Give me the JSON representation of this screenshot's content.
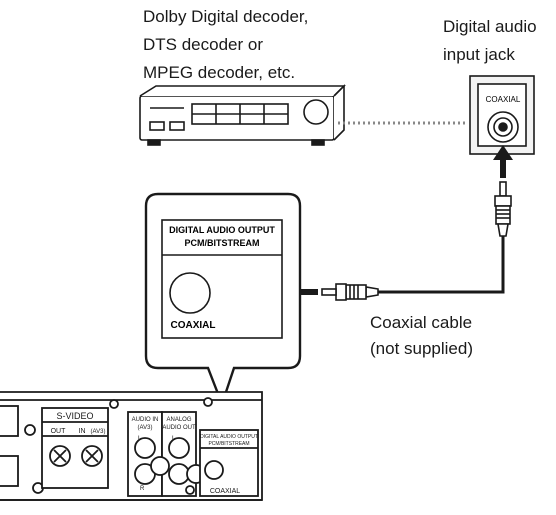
{
  "decoder_label": [
    "Dolby Digital decoder,",
    "DTS decoder or",
    "MPEG decoder, etc."
  ],
  "jack_label": [
    "Digital audio",
    "input jack"
  ],
  "jack_panel_text": "COAXIAL",
  "callout": {
    "title_line1": "DIGITAL AUDIO OUTPUT",
    "title_line2": "PCM/BITSTREAM",
    "connector_label": "COAXIAL"
  },
  "cable_label": [
    "Coaxial cable",
    "(not supplied)"
  ],
  "player_panel": {
    "svideo": "S-VIDEO",
    "svideo_out": "OUT",
    "svideo_in": "IN",
    "svideo_in_sub": "(AV3)",
    "audio_in": "AUDIO IN",
    "audio_in_sub": "(AV3)",
    "analog": "ANALOG",
    "audio_out": "AUDIO OUT",
    "digital_line1": "DIGITAL AUDIO OUTPUT",
    "digital_line2": "PCM/BITSTREAM",
    "digital_coaxial": "COAXIAL",
    "ch_l": "L",
    "ch_r": "R"
  },
  "colors": {
    "line": "#1a1a1a",
    "panel_fill": "#ffffff",
    "shade": "#d9d9d9"
  }
}
